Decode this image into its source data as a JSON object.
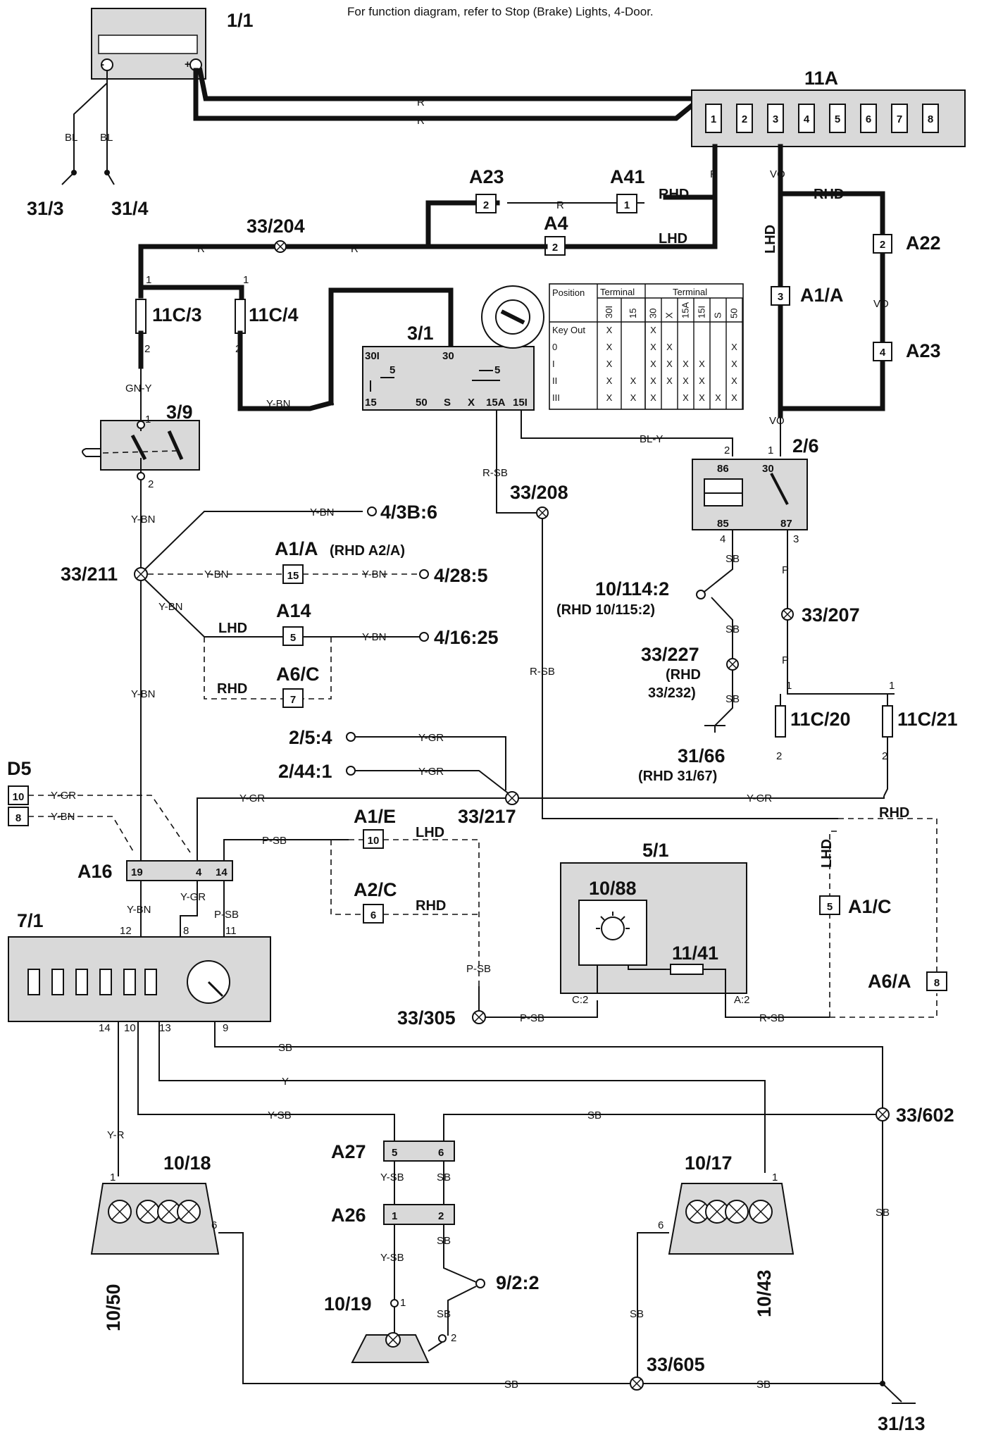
{
  "header_note": "For function diagram, refer to Stop (Brake) Lights, 4-Door.",
  "components": {
    "c1_1": "1/1",
    "c11A": "11A",
    "c3_1": "3/1",
    "c3_9": "3/9",
    "c2_6": "2/6",
    "c5_1": "5/1",
    "c10_88": "10/88",
    "c11_41": "11/41",
    "c7_1": "7/1",
    "c10_18": "10/18",
    "c10_50": "10/50",
    "c10_17": "10/17",
    "c10_43": "10/43",
    "c10_19": "10/19",
    "cD5": "D5",
    "c11C_3": "11C/3",
    "c11C_4": "11C/4",
    "c11C_20": "11C/20",
    "c11C_21": "11C/21"
  },
  "connectors": {
    "A23a": "A23",
    "A41": "A41",
    "A4": "A4",
    "A22": "A22",
    "A1A": "A1/A",
    "A23b": "A23",
    "A1A_rhd": "A1/A",
    "A1A_rhd_note": "(RHD A2/A)",
    "A14": "A14",
    "A6C": "A6/C",
    "A16": "A16",
    "A1E": "A1/E",
    "A2C": "A2/C",
    "A1C": "A1/C",
    "A6A": "A6/A",
    "A27": "A27",
    "A26": "A26"
  },
  "splices": {
    "s33_204": "33/204",
    "s33_208": "33/208",
    "s33_211": "33/211",
    "s33_207": "33/207",
    "s33_227": "33/227",
    "s33_227_note1": "(RHD",
    "s33_227_note2": "33/232)",
    "s33_217": "33/217",
    "s33_305": "33/305",
    "s33_602": "33/602",
    "s33_605": "33/605"
  },
  "grounds": {
    "g31_3": "31/3",
    "g31_4": "31/4",
    "g31_66": "31/66",
    "g31_66_note": "(RHD 31/67)",
    "g31_13": "31/13"
  },
  "refs": {
    "r4_3B_6": "4/3B:6",
    "r4_28_5": "4/28:5",
    "r4_16_25": "4/16:25",
    "r10_114_2": "10/114:2",
    "r10_114_note": "(RHD 10/115:2)",
    "r2_5_4": "2/5:4",
    "r2_44_1": "2/44:1",
    "r9_2_2": "9/2:2"
  },
  "wire_colors": {
    "R": "R",
    "BL": "BL",
    "VO": "VO",
    "GNY": "GN-Y",
    "YBN": "Y-BN",
    "RSB": "R-SB",
    "BLY": "BL-Y",
    "SB": "SB",
    "P": "P",
    "YGR": "Y-GR",
    "PSB": "P-SB",
    "YR": "Y-R",
    "Y": "Y",
    "YSB": "Y-SB"
  },
  "variants": {
    "RHD": "RHD",
    "LHD": "LHD"
  },
  "fuse_pins": [
    "1",
    "2",
    "3",
    "4",
    "5",
    "6",
    "7",
    "8"
  ],
  "ignition_table": {
    "col_position": "Position",
    "col_terminal_a": "Terminal",
    "col_terminal_b": "Terminal",
    "terms_a": [
      "30I",
      "15"
    ],
    "terms_b": [
      "30",
      "X",
      "15A",
      "15I",
      "S",
      "50"
    ],
    "key_out": "Key Out",
    "rows": [
      "0",
      "I",
      "II",
      "III"
    ],
    "marks": [
      [
        "X",
        "",
        "X",
        "",
        "",
        "",
        "",
        ""
      ],
      [
        "X",
        "",
        "X",
        "X",
        "",
        "",
        "",
        "X"
      ],
      [
        "X",
        "",
        "X",
        "X",
        "X",
        "X",
        "",
        "X"
      ],
      [
        "X",
        "X",
        "X",
        "X",
        "X",
        "X",
        "",
        "X"
      ],
      [
        "X",
        "X",
        "X",
        "",
        "X",
        "X",
        "X",
        "X"
      ]
    ]
  },
  "ign_terminals": {
    "t30I": "30I",
    "t30": "30",
    "t15": "15",
    "t50": "50",
    "tS": "S",
    "tX": "X",
    "t15A": "15A",
    "t15I": "15I",
    "t5a": "5",
    "t5b": "5"
  },
  "relay_pins": {
    "p86": "86",
    "p30": "30",
    "p85": "85",
    "p87": "87"
  },
  "pin_numbers": {
    "n1": "1",
    "n2": "2",
    "n3": "3",
    "n4": "4",
    "n5": "5",
    "n6": "6",
    "n7": "7",
    "n8": "8",
    "n9": "9",
    "n10": "10",
    "n11": "11",
    "n12": "12",
    "n13": "13",
    "n14": "14",
    "n15": "15",
    "n19": "19",
    "C2": "C:2",
    "A2": "A:2"
  },
  "colors": {
    "wire": "#111111",
    "fill": "#d9d9d9",
    "paper": "#ffffff"
  }
}
